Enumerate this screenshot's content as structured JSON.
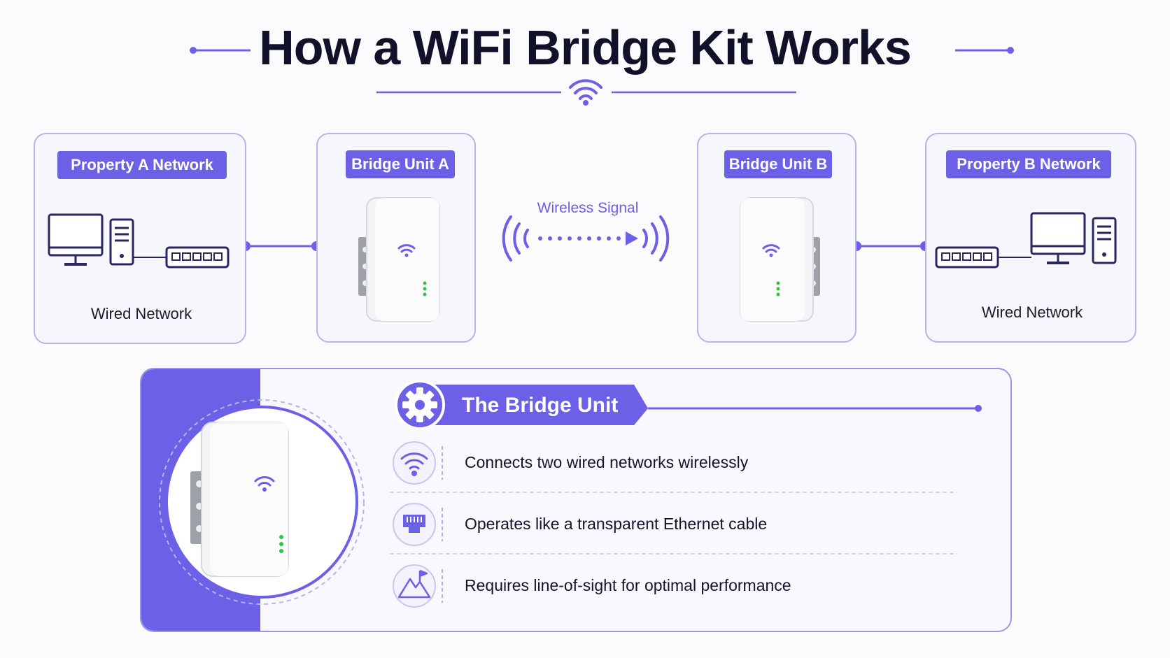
{
  "title": "How a WiFi Bridge Kit Works",
  "colors": {
    "accent": "#6c60e6",
    "border": "#b7b4ea",
    "status_led": "#34c24a"
  },
  "panels": {
    "property_a": {
      "tag": "Property A Network",
      "caption": "Wired Network"
    },
    "bridge_a": {
      "tag": "Bridge Unit A"
    },
    "bridge_b": {
      "tag": "Bridge Unit B"
    },
    "property_b": {
      "tag": "Property B Network",
      "caption": "Wired Network"
    }
  },
  "wireless": {
    "label": "Wireless Signal"
  },
  "bridge_unit": {
    "title": "The Bridge Unit",
    "features": [
      {
        "icon": "wifi-icon",
        "text": "Connects two wired networks wirelessly"
      },
      {
        "icon": "ethernet-port-icon",
        "text": "Operates like a transparent Ethernet cable"
      },
      {
        "icon": "mountain-flag-icon",
        "text": "Requires line-of-sight for optimal performance"
      }
    ]
  }
}
